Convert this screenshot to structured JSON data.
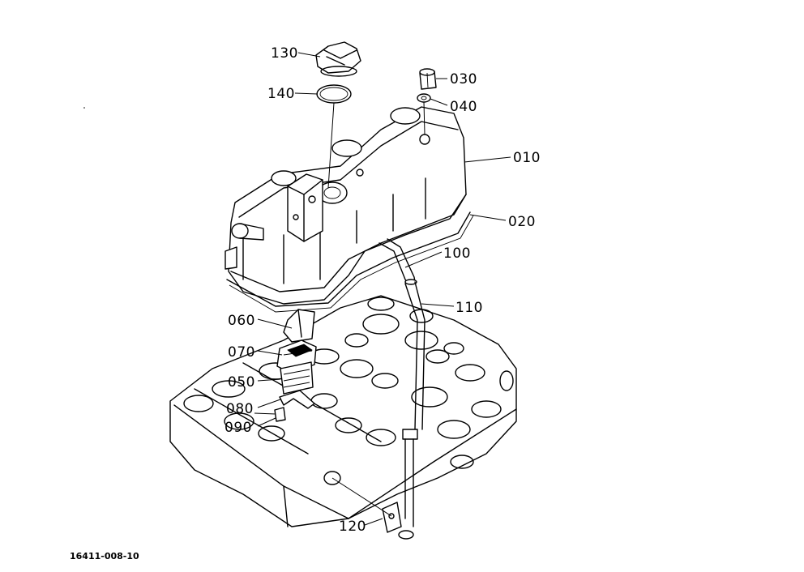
{
  "drawing_number": "16411-008-10",
  "callouts": {
    "p130": "130",
    "p140": "140",
    "p030": "030",
    "p040": "040",
    "p010": "010",
    "p020": "020",
    "p100": "100",
    "p110": "110",
    "p060": "060",
    "p070": "070",
    "p050": "050",
    "p080": "080",
    "p090": "090",
    "p120": "120"
  }
}
